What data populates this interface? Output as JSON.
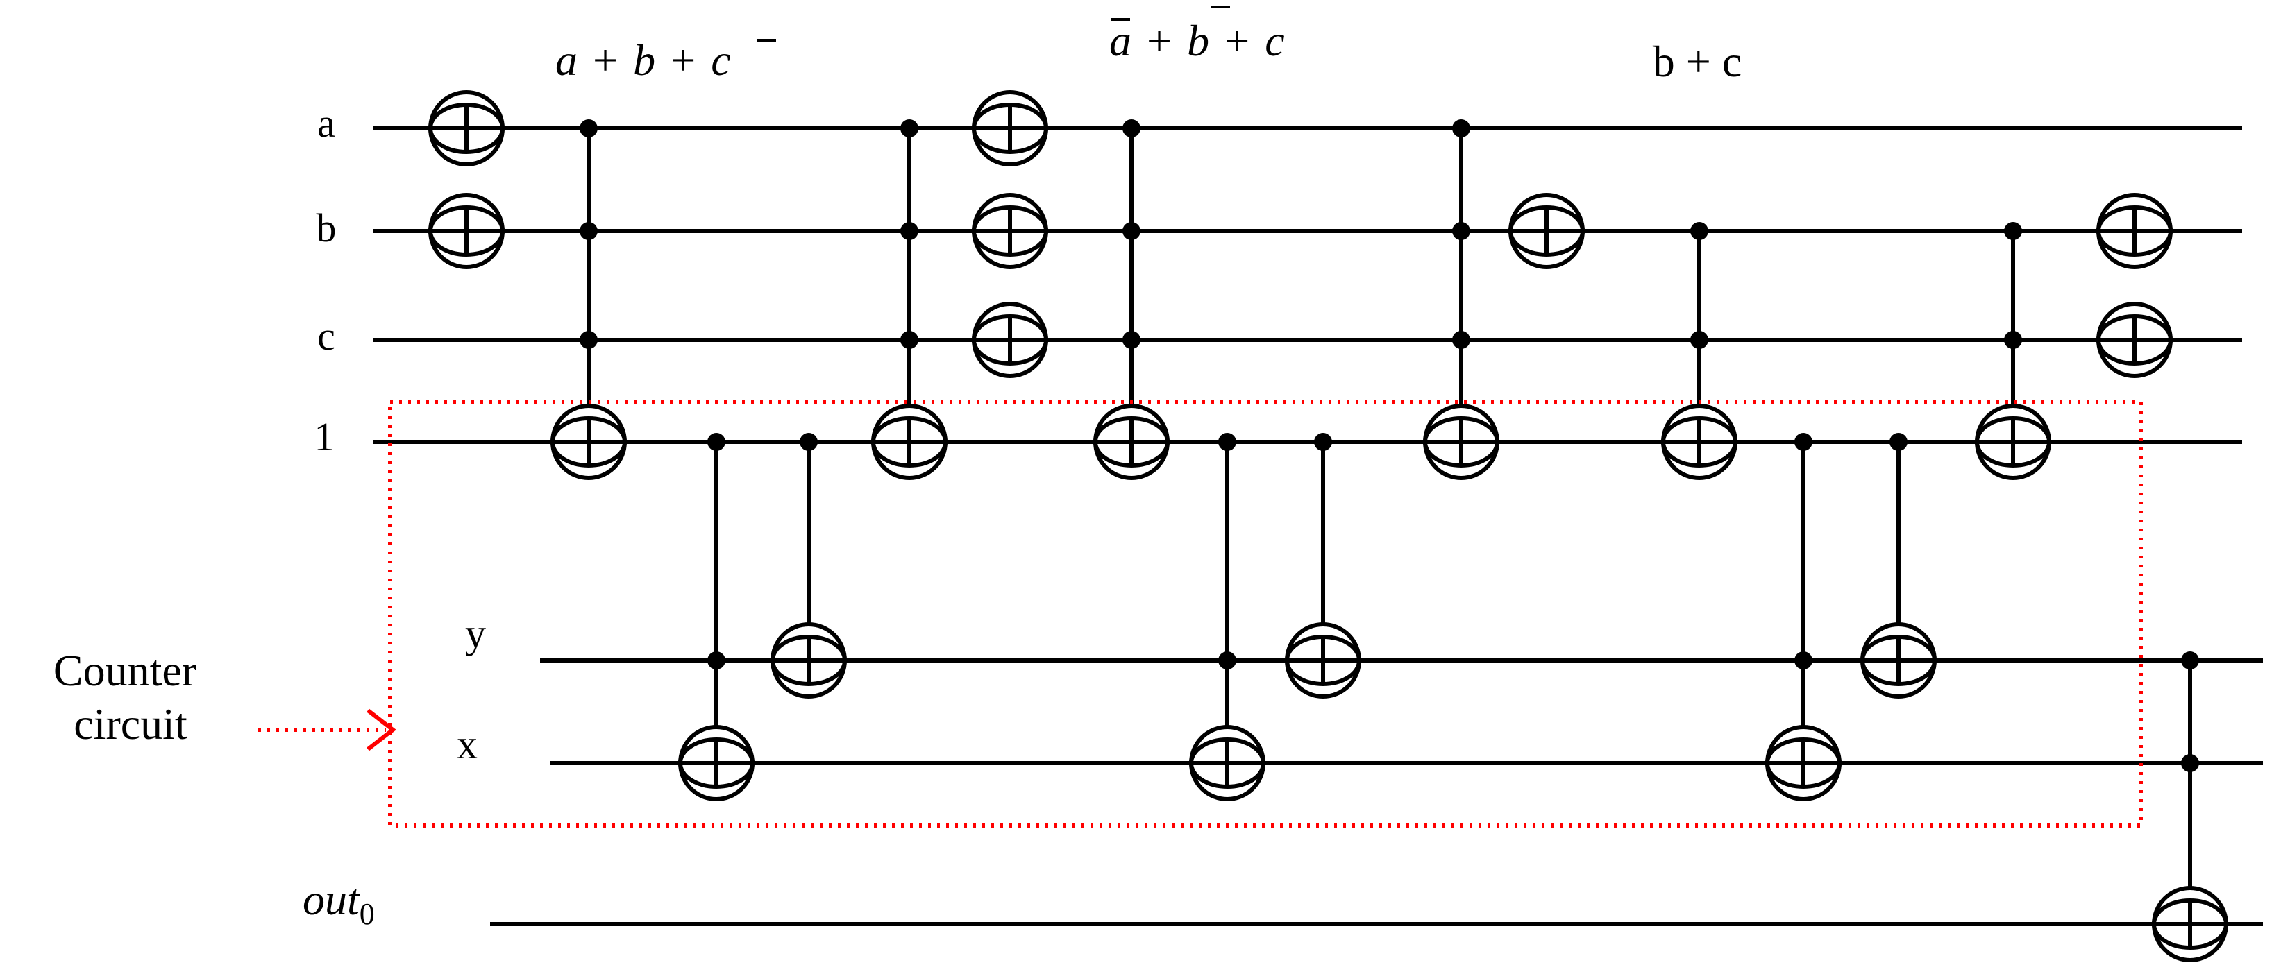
{
  "qubits": {
    "a": "a",
    "b": "b",
    "c": "c",
    "one": "1",
    "y": "y",
    "x": "x",
    "out_main": "out",
    "out_sub": "0"
  },
  "terms": {
    "t1": {
      "p1": "a",
      "op1": "+",
      "p2": "b",
      "op2": "+",
      "p3": "c"
    },
    "t2": {
      "p1": "a",
      "op1": "+",
      "p2": "b",
      "op2": "+",
      "p3": "c"
    },
    "t3": "b + c"
  },
  "counter": {
    "line1": "Counter",
    "line2": "circuit"
  },
  "colors": {
    "wire": "#000000",
    "box": "#ff0000"
  }
}
